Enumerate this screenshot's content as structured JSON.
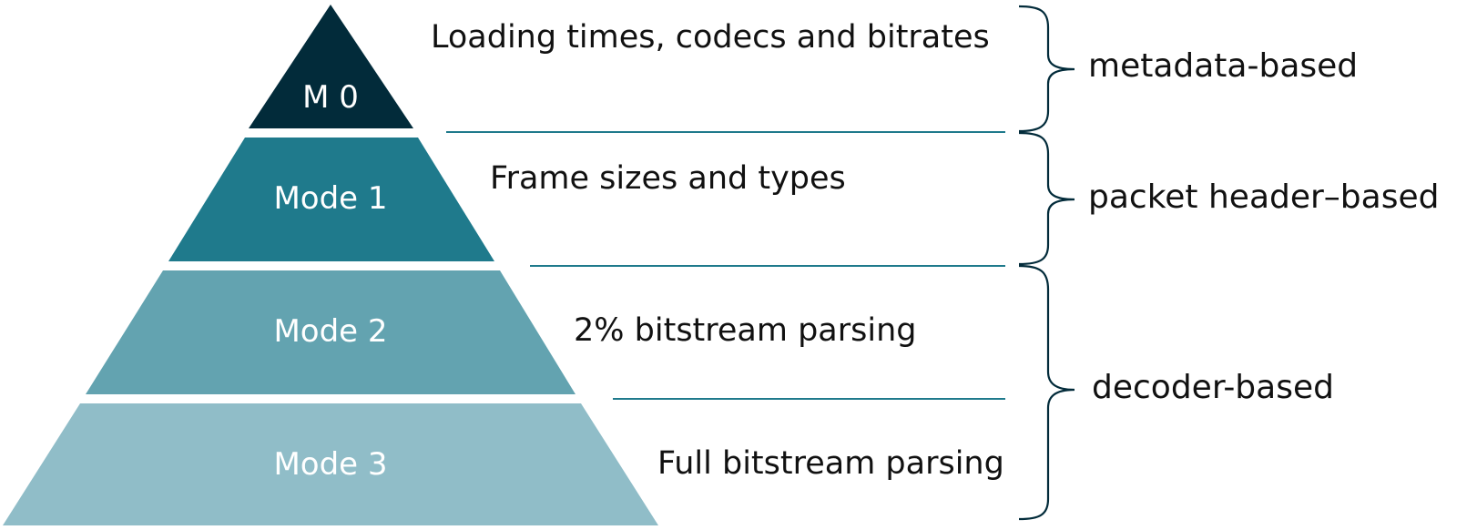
{
  "pyramid": {
    "levels": [
      {
        "label": "M 0",
        "description": "Loading times, codecs and bitrates",
        "color": "#022b3a",
        "text_color": "#ffffff"
      },
      {
        "label": "Mode 1",
        "description": "Frame sizes and types",
        "color": "#1f7a8c",
        "text_color": "#ffffff"
      },
      {
        "label": "Mode 2",
        "description": "2% bitstream parsing",
        "color": "#63a3b0",
        "text_color": "#ffffff"
      },
      {
        "label": "Mode 3",
        "description": "Full bitstream parsing",
        "color": "#90bdc8",
        "text_color": "#ffffff"
      }
    ]
  },
  "groups": [
    {
      "label": "metadata-based"
    },
    {
      "label": "packet header–based"
    },
    {
      "label": "decoder-based"
    }
  ],
  "colors": {
    "separator_line": "#1f7a8c",
    "brace": "#022b3a",
    "text": "#111111"
  }
}
